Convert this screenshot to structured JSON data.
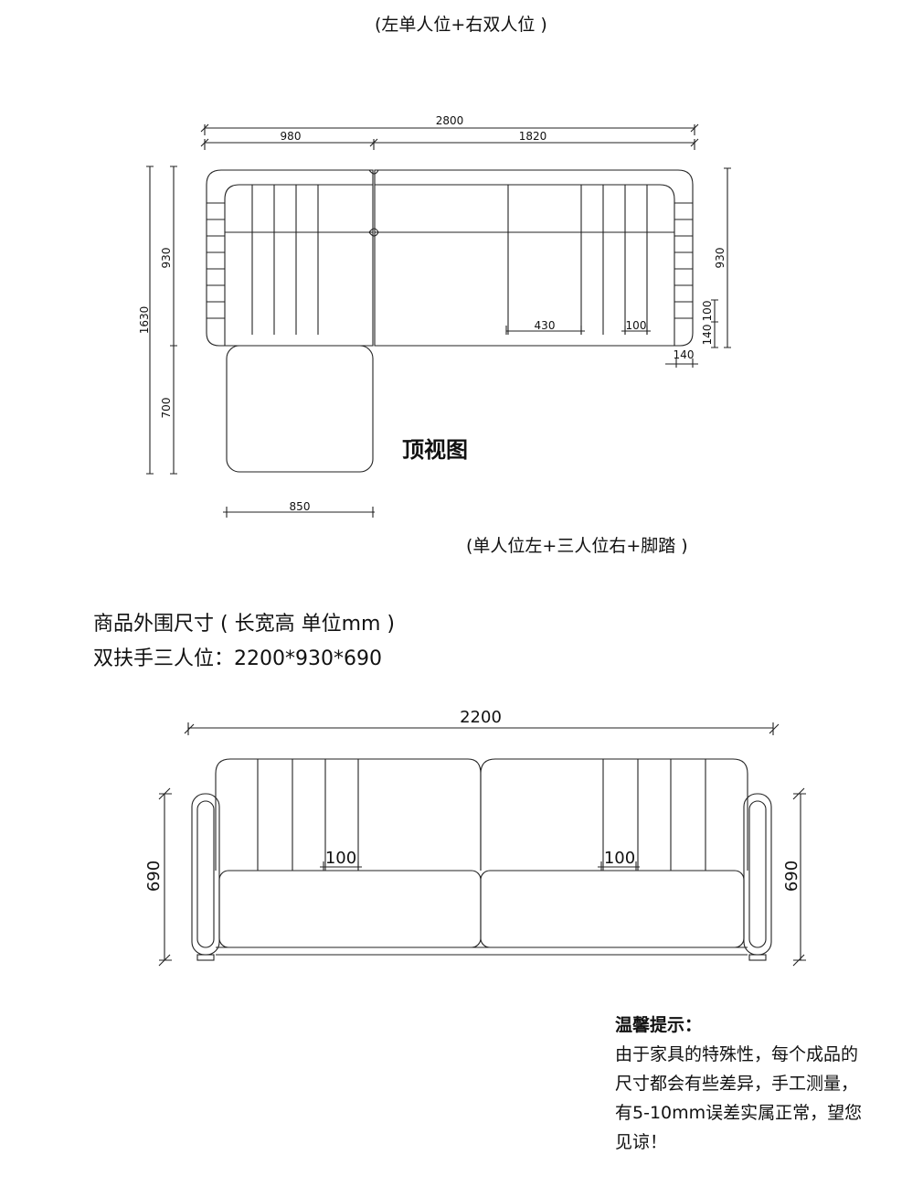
{
  "top_caption": "(左单人位+右双人位 )",
  "top_view": {
    "title": "顶视图",
    "dims": {
      "overall_width": "2800",
      "left_width": "980",
      "right_width": "1820",
      "overall_depth": "1630",
      "back_depth_left": "930",
      "ottoman_depth": "700",
      "right_depth": "930",
      "right_arm_small_1": "100",
      "right_arm_small_2": "140",
      "right_arm_bottom": "140",
      "seat_430": "430",
      "seat_100": "100",
      "ottoman_width": "850"
    }
  },
  "sub_caption": "(单人位左+三人位右+脚踏 )",
  "spec_line_1": "商品外围尺寸 ( 长宽高  单位mm )",
  "spec_line_2": "双扶手三人位：2200*930*690",
  "front_view": {
    "dims": {
      "overall_width": "2200",
      "height_left": "690",
      "height_right": "690",
      "inner_left": "100",
      "inner_right": "100"
    }
  },
  "tip": {
    "title": "温馨提示：",
    "lines": [
      "由于家具的特殊性，每个成品的",
      "尺寸都会有些差异，手工测量，",
      "有5-10mm误差实属正常，望您",
      "见谅！"
    ]
  }
}
